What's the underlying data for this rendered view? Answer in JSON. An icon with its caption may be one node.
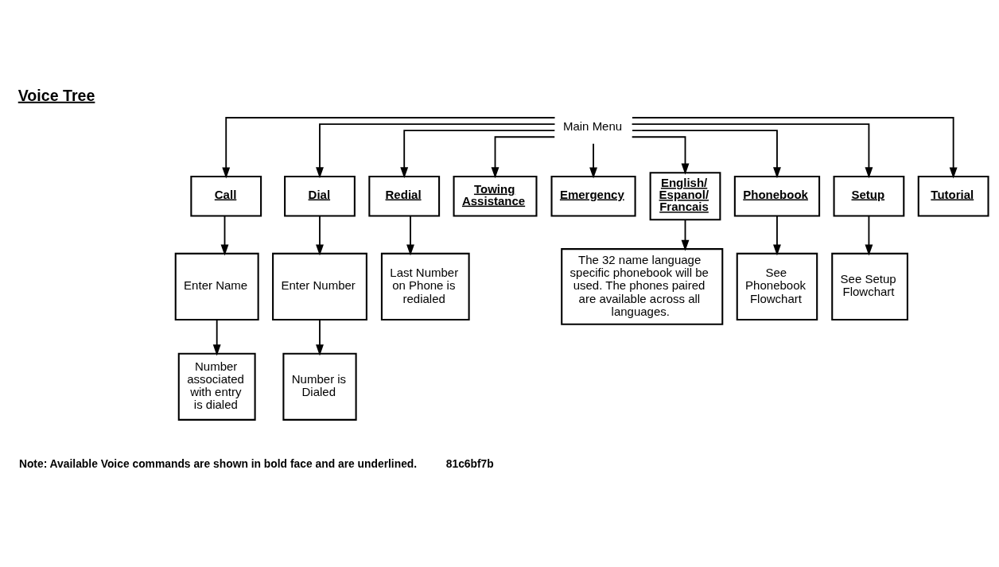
{
  "diagram": {
    "title": "Voice Tree",
    "nodes": [
      {
        "text": [
          "Main Menu"
        ]
      },
      {
        "text": [
          "Call"
        ]
      },
      {
        "text": [
          "Dial"
        ]
      },
      {
        "text": [
          "Redial"
        ]
      },
      {
        "text": [
          "Towing Assistance"
        ]
      },
      {
        "text": [
          "Emergency"
        ]
      },
      {
        "text": [
          "English/ Espanol/ Francais"
        ]
      },
      {
        "text": [
          "Phonebook"
        ]
      },
      {
        "text": [
          "Setup"
        ]
      },
      {
        "text": [
          "Tutorial"
        ]
      },
      {
        "text": [
          "Enter Name"
        ]
      },
      {
        "text": [
          "Enter Number"
        ]
      },
      {
        "text": [
          "Last Number on Phone is redialed"
        ]
      },
      {
        "text": [
          "See Phonebook Flowchart"
        ]
      },
      {
        "text": [
          "See Setup Flowchart"
        ]
      },
      {
        "text": [
          "The 32 name language specific phonebook will be used. The phones paired are available across all languages."
        ]
      },
      {
        "text": [
          "Number associated with entry is dialed"
        ]
      },
      {
        "text": [
          "Number is Dialed"
        ]
      }
    ],
    "edges": [
      {
        "from": 0,
        "to": 1,
        "arrow": "to"
      },
      {
        "from": 0,
        "to": 2,
        "arrow": "to"
      },
      {
        "from": 0,
        "to": 3,
        "arrow": "to"
      },
      {
        "from": 0,
        "to": 4,
        "arrow": "to"
      },
      {
        "from": 0,
        "to": 5,
        "arrow": "to"
      },
      {
        "from": 0,
        "to": 6,
        "arrow": "to"
      },
      {
        "from": 0,
        "to": 7,
        "arrow": "to"
      },
      {
        "from": 0,
        "to": 8,
        "arrow": "to"
      },
      {
        "from": 0,
        "to": 9,
        "arrow": "to"
      },
      {
        "from": 1,
        "to": 10,
        "arrow": "to"
      },
      {
        "from": 2,
        "to": 11,
        "arrow": "to"
      },
      {
        "from": 3,
        "to": 12,
        "arrow": "to"
      },
      {
        "from": 6,
        "to": 15,
        "arrow": "to"
      },
      {
        "from": 7,
        "to": 13,
        "arrow": "to"
      },
      {
        "from": 8,
        "to": 14,
        "arrow": "to"
      },
      {
        "from": 10,
        "to": 16,
        "arrow": "to"
      },
      {
        "from": 11,
        "to": 17,
        "arrow": "to"
      }
    ],
    "labels": [
      "Note: Available Voice commands are shown in bold face and are underlined.",
      "81c6bf7b"
    ]
  }
}
